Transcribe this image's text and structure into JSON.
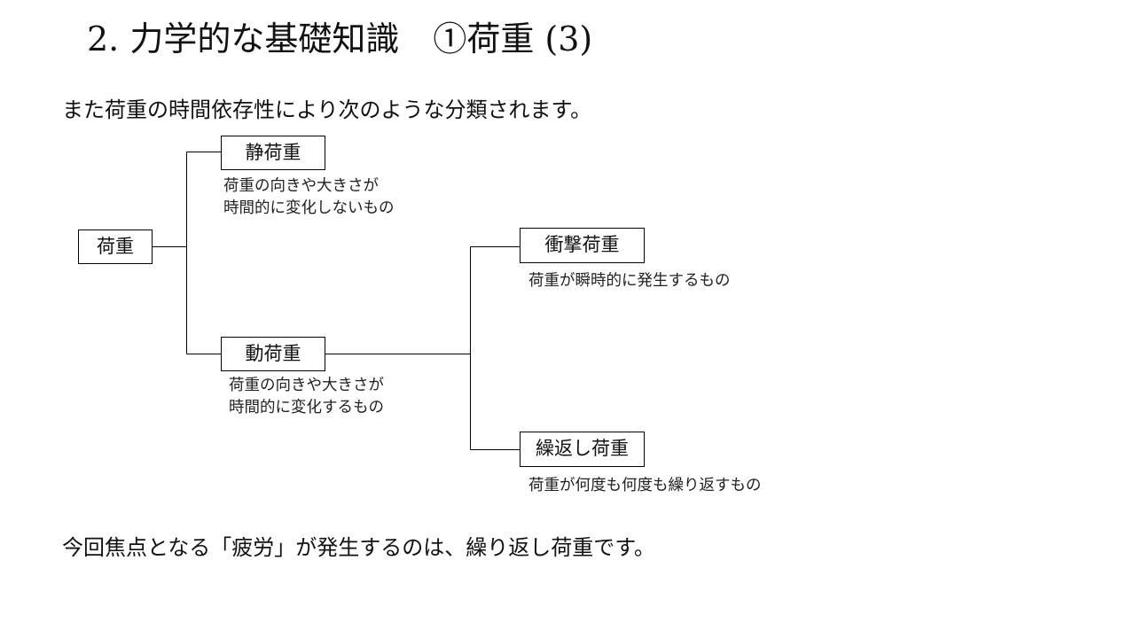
{
  "slide": {
    "title": "2. 力学的な基礎知識　①荷重 (3)",
    "intro": "また荷重の時間依存性により次のような分類されます。",
    "conclusion": "今回焦点となる「疲労」が発生するのは、繰り返し荷重です。"
  },
  "diagram": {
    "root": {
      "label": "荷重"
    },
    "static_load": {
      "label": "静荷重",
      "desc_lines": [
        "荷重の向きや大きさが",
        "時間的に変化しないもの"
      ]
    },
    "dynamic_load": {
      "label": "動荷重",
      "desc_lines": [
        "荷重の向きや大きさが",
        "時間的に変化するもの"
      ]
    },
    "impact_load": {
      "label": "衝撃荷重",
      "desc": "荷重が瞬時的に発生するもの"
    },
    "repeated_load": {
      "label": "繰返し荷重",
      "desc": "荷重が何度も何度も繰り返すもの"
    }
  }
}
